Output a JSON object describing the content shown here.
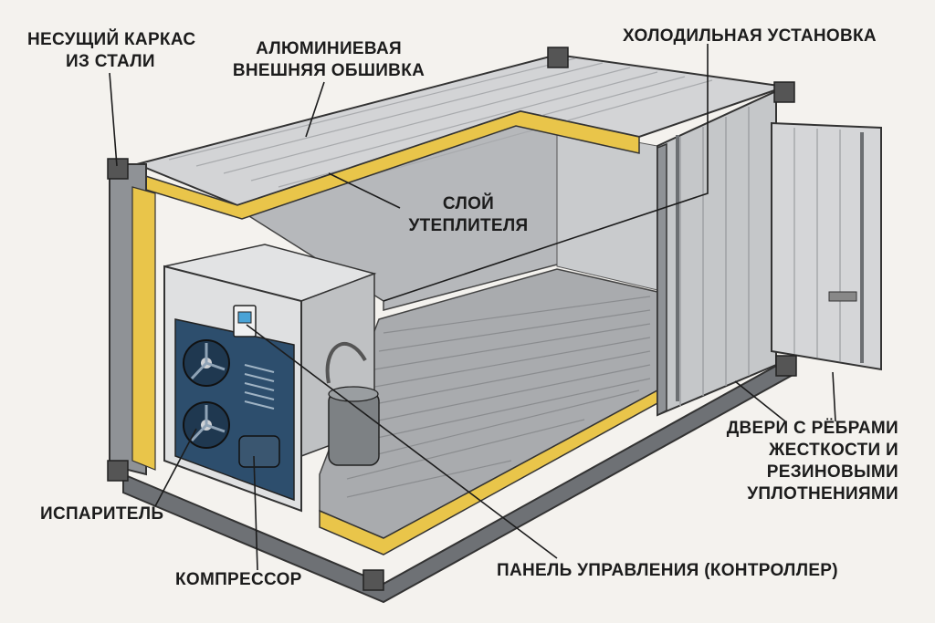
{
  "labels": {
    "frame": [
      "НЕСУЩИЙ КАРКАС",
      "ИЗ СТАЛИ"
    ],
    "cladding": [
      "АЛЮМИНИЕВАЯ",
      "ВНЕШНЯЯ ОБШИВКА"
    ],
    "refrigeration": "ХОЛОДИЛЬНАЯ УСТАНОВКА",
    "insulation": [
      "СЛОЙ",
      "УТЕПЛИТЕЛЯ"
    ],
    "doors": [
      "ДВЕРИ С РЁБРАМИ",
      "ЖЕСТКОСТИ И",
      "РЕЗИНОВЫМИ",
      "УПЛОТНЕНИЯМИ"
    ],
    "evaporator": "ИСПАРИТЕЛЬ",
    "compressor": "КОМПРЕССОР",
    "control_panel": "ПАНЕЛЬ УПРАВЛЕНИЯ (КОНТРОЛЛЕР)"
  },
  "colors": {
    "insulation": "#e9c54a",
    "steel": "#8f9296",
    "panel": "#d9dadb",
    "interior": "#b9bbbe",
    "fan": "#2d4e6d",
    "outline": "#333333"
  }
}
